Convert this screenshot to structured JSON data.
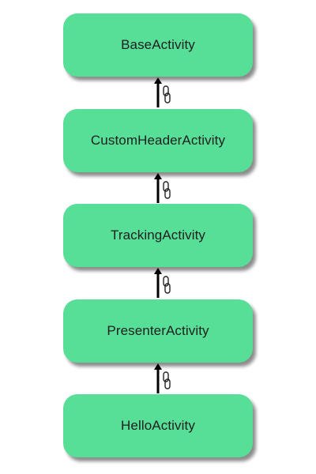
{
  "colors": {
    "node_fill": "#57de97",
    "arrow": "#000000"
  },
  "nodes": [
    {
      "label": "BaseActivity"
    },
    {
      "label": "CustomHeaderActivity"
    },
    {
      "label": "TrackingActivity"
    },
    {
      "label": "PresenterActivity"
    },
    {
      "label": "HelloActivity"
    }
  ],
  "connectors": [
    {
      "from": "CustomHeaderActivity",
      "to": "BaseActivity",
      "icon": "link-icon"
    },
    {
      "from": "TrackingActivity",
      "to": "CustomHeaderActivity",
      "icon": "link-icon"
    },
    {
      "from": "PresenterActivity",
      "to": "TrackingActivity",
      "icon": "link-icon"
    },
    {
      "from": "HelloActivity",
      "to": "PresenterActivity",
      "icon": "link-icon"
    }
  ]
}
